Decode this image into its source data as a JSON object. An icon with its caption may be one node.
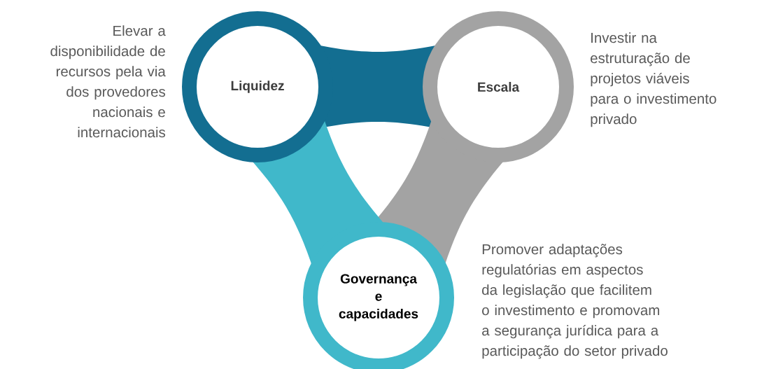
{
  "diagram": {
    "nodes": [
      {
        "text": [
          "Liquidez"
        ],
        "beside": [
          "Elevar a disponibilidade de recursos pela via dos provedores nacionais e internacionais"
        ]
      },
      {
        "text": [
          "Escala"
        ],
        "beside": [
          "Investir na estruturação de projetos viáveis para o investimento privado"
        ]
      },
      {
        "text": [
          "Governança e capacidades"
        ],
        "beside": [
          "Promover adaptações regulatórias em aspectos da legislação que facilitem o investimento e promovam a segurança jurídica para a participação do setor privado"
        ]
      }
    ]
  }
}
